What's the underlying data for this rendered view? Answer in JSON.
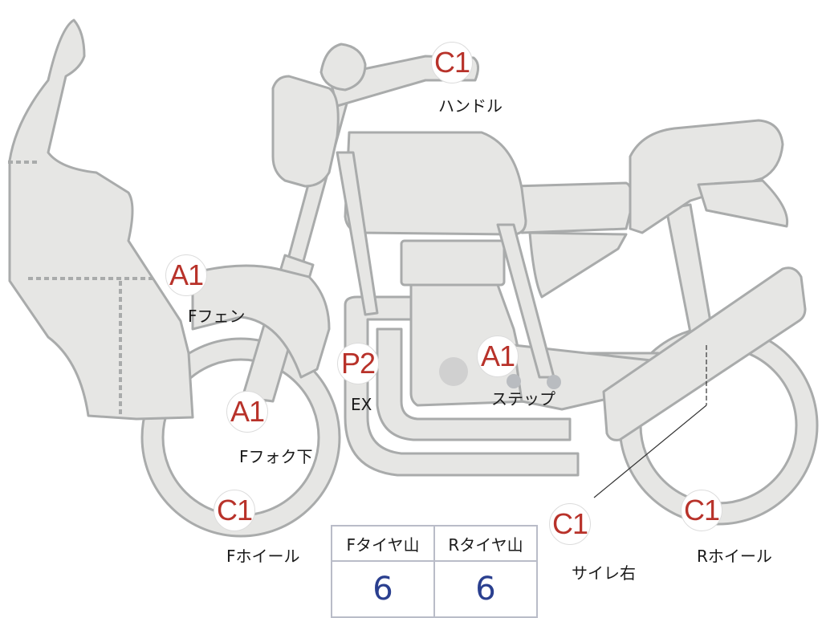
{
  "markers": [
    {
      "grade": "C1",
      "label": "ハンドル"
    },
    {
      "grade": "A1",
      "label": "Fフェン"
    },
    {
      "grade": "P2",
      "label": "EX"
    },
    {
      "grade": "A1",
      "label": "ステップ"
    },
    {
      "grade": "A1",
      "label": "Fフォク下"
    },
    {
      "grade": "C1",
      "label": "Fホイール"
    },
    {
      "grade": "C1",
      "label": "サイレ右"
    },
    {
      "grade": "C1",
      "label": "Rホイール"
    }
  ],
  "tire_table": {
    "headers": [
      "Fタイヤ山",
      "Rタイヤ山"
    ],
    "values": [
      "6",
      "6"
    ]
  },
  "colors": {
    "body_fill": "#e6e6e4",
    "outline": "#a9abab",
    "grade_text": "#b8322a",
    "value_text": "#2a3f8f"
  }
}
